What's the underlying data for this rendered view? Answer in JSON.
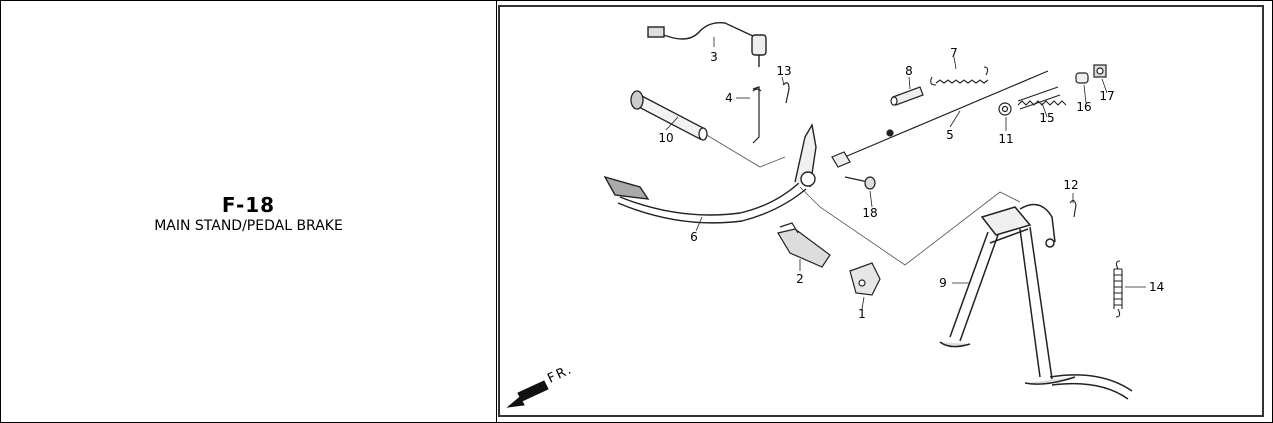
{
  "page": {
    "code": "F-18",
    "subtitle": "MAIN STAND/PEDAL BRAKE"
  },
  "diagram": {
    "direction_label": "FR.",
    "part_labels": [
      "1",
      "2",
      "3",
      "4",
      "5",
      "6",
      "7",
      "8",
      "9",
      "10",
      "11",
      "12",
      "13",
      "14",
      "15",
      "16",
      "17",
      "18"
    ]
  }
}
